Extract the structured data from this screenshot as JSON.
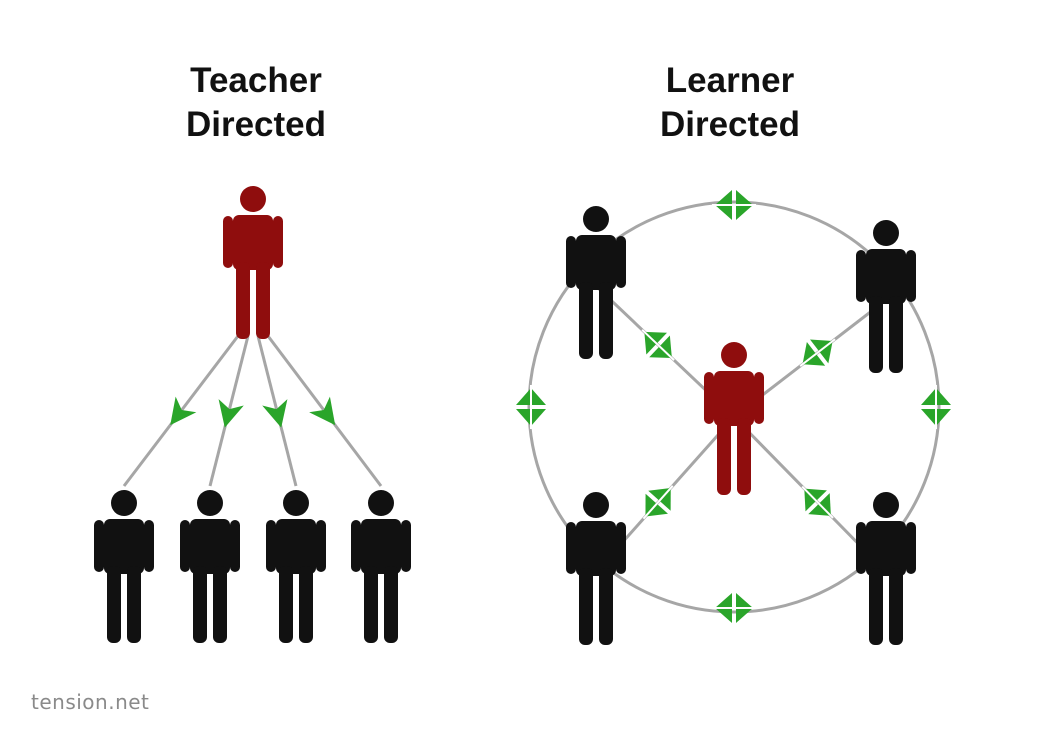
{
  "teacher_directed": {
    "title_line1": "Teacher",
    "title_line2": "Directed"
  },
  "learner_directed": {
    "title_line1": "Learner",
    "title_line2": "Directed"
  },
  "credit": "tension.net",
  "colors": {
    "teacher": "#8f0d0d",
    "learner": "#111111",
    "arrow": "#2aa52a",
    "line": "#a6a6a6"
  },
  "icons": [
    "person-icon",
    "arrow-icon",
    "double-arrow-icon"
  ]
}
